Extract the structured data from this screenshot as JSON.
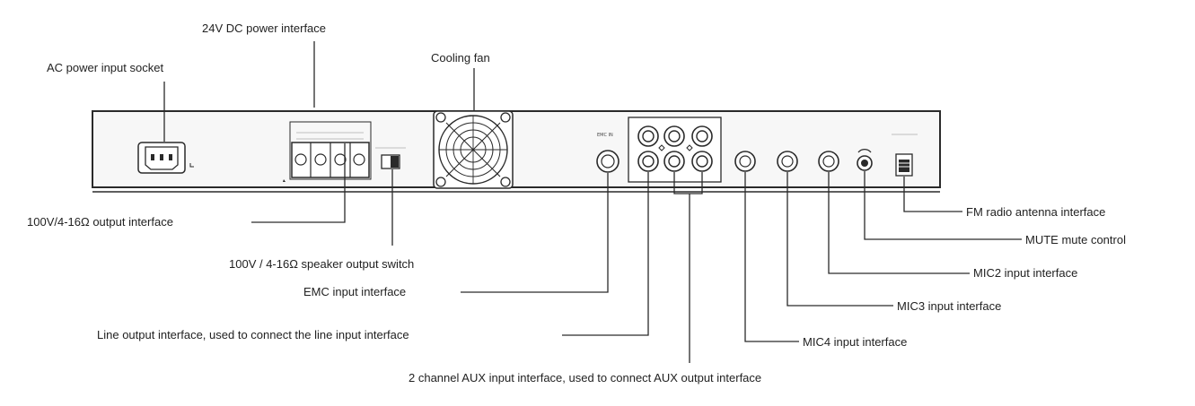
{
  "labels": {
    "dc_power": "24V DC power interface",
    "ac_power": "AC power input socket",
    "cooling_fan": "Cooling fan",
    "output_100v": "100V/4-16Ω output interface",
    "speaker_switch": "100V / 4-16Ω speaker output switch",
    "emc_input": "EMC input interface",
    "line_output": "Line output interface, used to connect the line input interface",
    "aux_input": "2 channel AUX input interface, used to connect AUX output interface",
    "fm_antenna": "FM radio antenna interface",
    "mute_control": "MUTE mute control",
    "mic2": "MIC2 input interface",
    "mic3": "MIC3 input interface",
    "mic4": "MIC4 input interface"
  },
  "colors": {
    "line": "#2a2a2a",
    "panel_fill": "#f7f7f7"
  }
}
